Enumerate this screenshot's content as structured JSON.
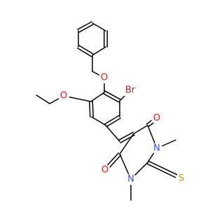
{
  "molecule": {
    "atoms": {
      "O_ether_top": {
        "symbol": "O",
        "color": "#ff0d0d"
      },
      "O_ether_left": {
        "symbol": "O",
        "color": "#ff0d0d"
      },
      "Br": {
        "symbol": "Br",
        "color": "#a62929"
      },
      "O_carbonyl_top": {
        "symbol": "O",
        "color": "#ff0d0d"
      },
      "O_carbonyl_bottom": {
        "symbol": "O",
        "color": "#ff0d0d"
      },
      "N_top": {
        "symbol": "N",
        "color": "#3050f8"
      },
      "N_bottom": {
        "symbol": "N",
        "color": "#3050f8"
      },
      "S": {
        "symbol": "S",
        "color": "#c8a000"
      }
    }
  }
}
